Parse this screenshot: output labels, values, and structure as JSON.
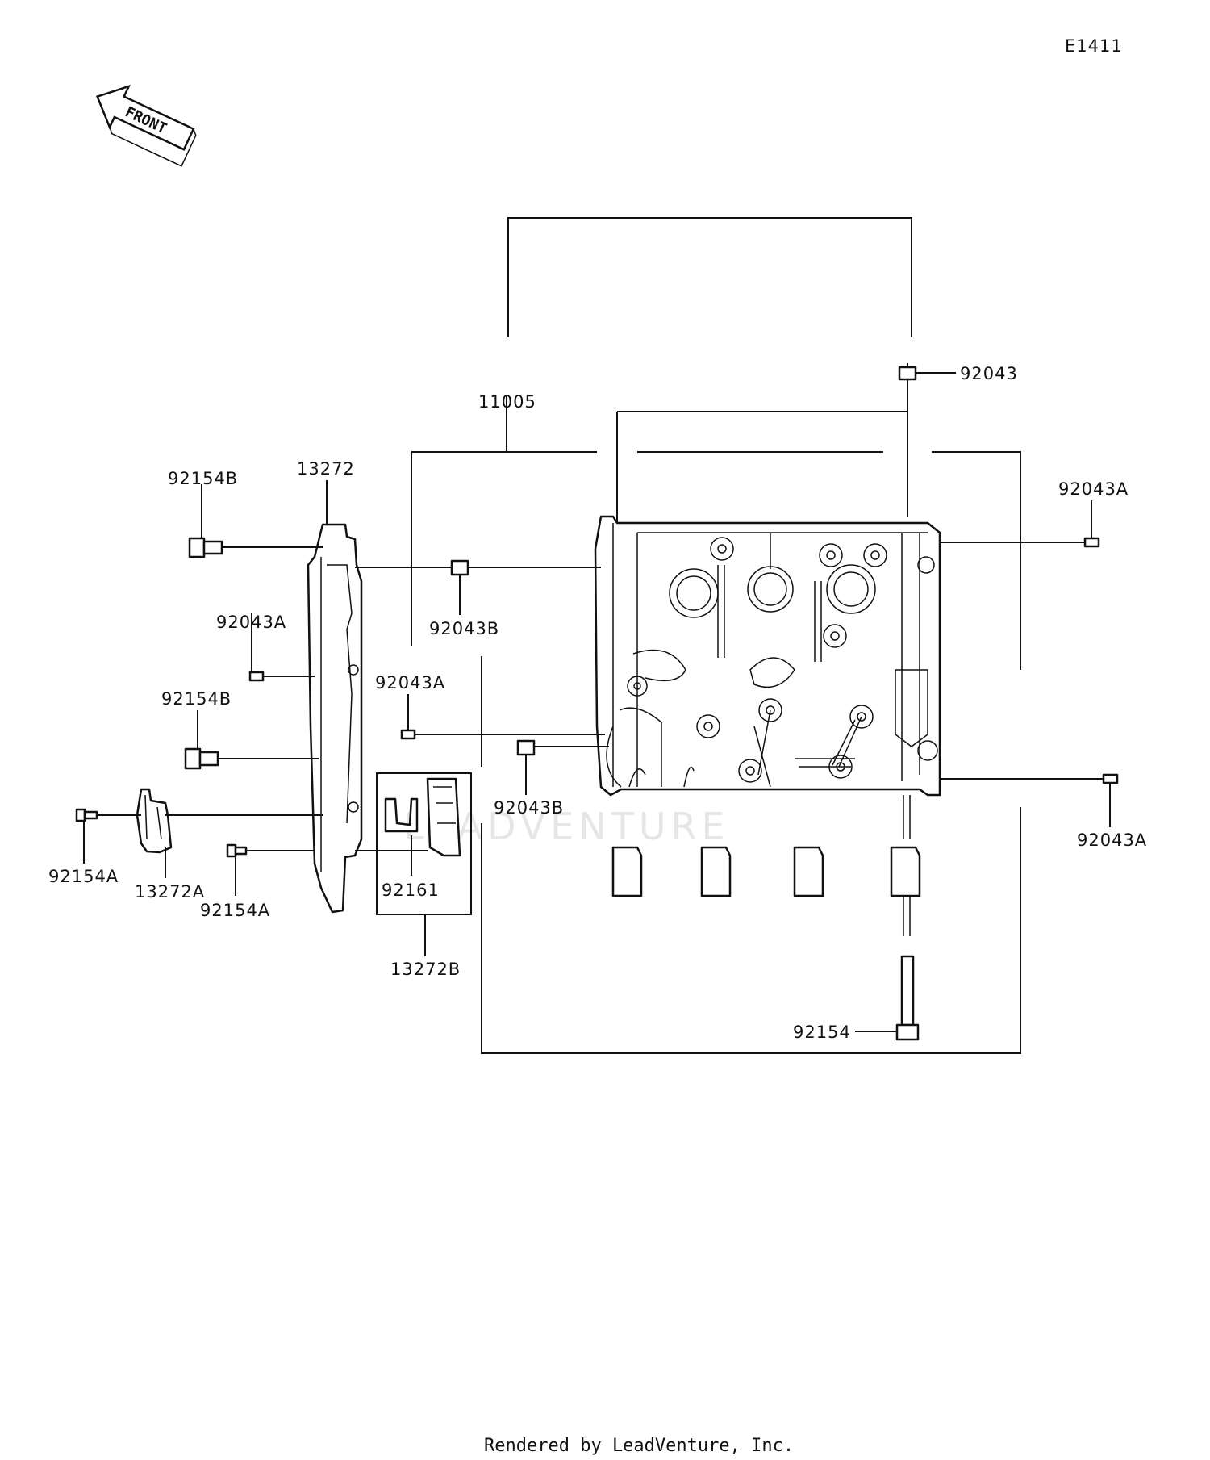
{
  "diagram_code": "E1411",
  "front_arrow_text": "FRONT",
  "watermark": "LEADVENTURE",
  "footer": "Rendered by LeadVenture, Inc.",
  "callouts": {
    "p92043_top": "92043",
    "p11005": "11005",
    "p92043A_right_top": "92043A",
    "p92154B_top": "92154B",
    "p13272": "13272",
    "p92043B_top": "92043B",
    "p92043A_left": "92043A",
    "p92154B_mid": "92154B",
    "p92043A_center": "92043A",
    "p92043B_center": "92043B",
    "p92043A_right_bottom": "92043A",
    "p92154A_left": "92154A",
    "p13272A": "13272A",
    "p92154A_mid": "92154A",
    "p92161": "92161",
    "p13272B": "13272B",
    "p92154_bottom": "92154"
  }
}
